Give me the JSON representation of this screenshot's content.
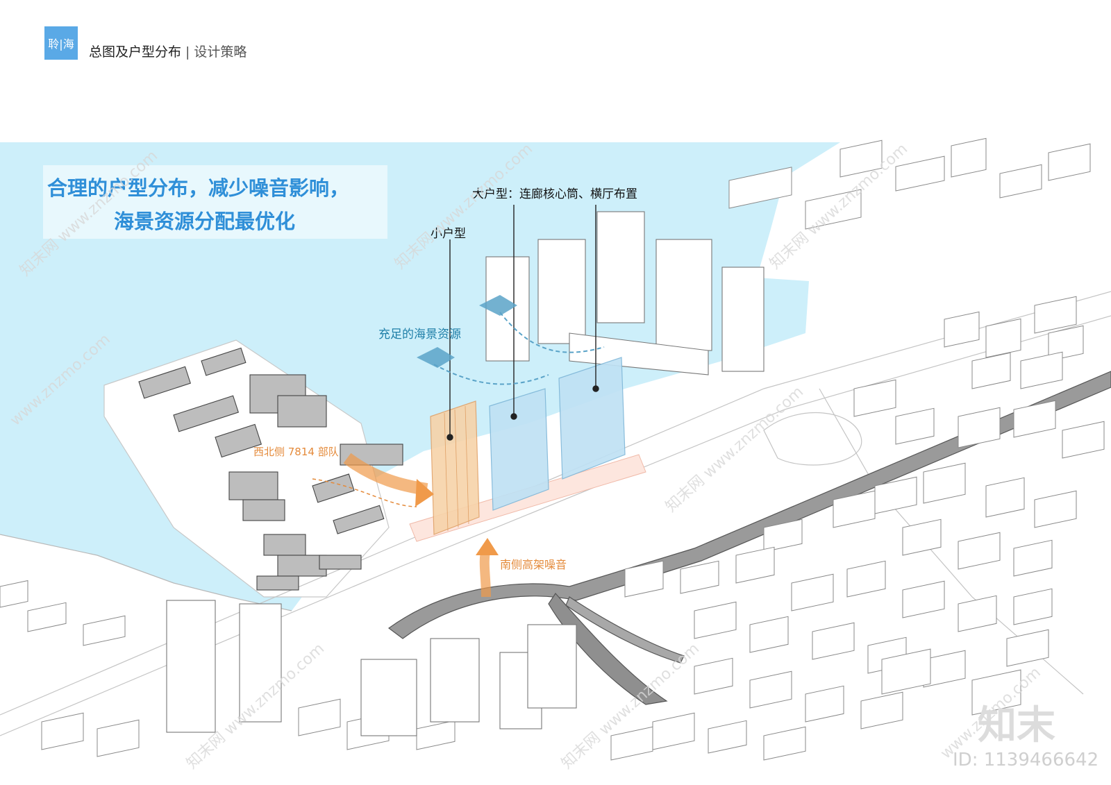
{
  "header": {
    "logo_text": "聆|海",
    "title": "总图及户型分布",
    "separator": "|",
    "subtitle": "设计策略"
  },
  "headline": {
    "line1": "合理的户型分布，减少噪音影响，",
    "line2": "海景资源分配最优化"
  },
  "labels": {
    "large_unit": "大户型：连廊核心筒、横厅布置",
    "small_unit": "小户型",
    "sea_view": "充足的海景资源",
    "northwest_unit": "西北侧 7814 部队",
    "south_noise": "南侧高架噪音"
  },
  "watermark": {
    "site": "www.znzmo.com",
    "site_cn": "知末网",
    "brand": "知末",
    "id": "ID: 1139466642"
  },
  "colors": {
    "sea": "#cdeffa",
    "brand_blue": "#2f8fd8",
    "label_blue": "#1f7fa8",
    "orange": "#e48a3a",
    "small_unit_fill": "#f7d3a9",
    "large_unit_fill": "#bfe1f4",
    "existing_building": "#bdbdbd",
    "overpass": "#9a9a9a"
  }
}
